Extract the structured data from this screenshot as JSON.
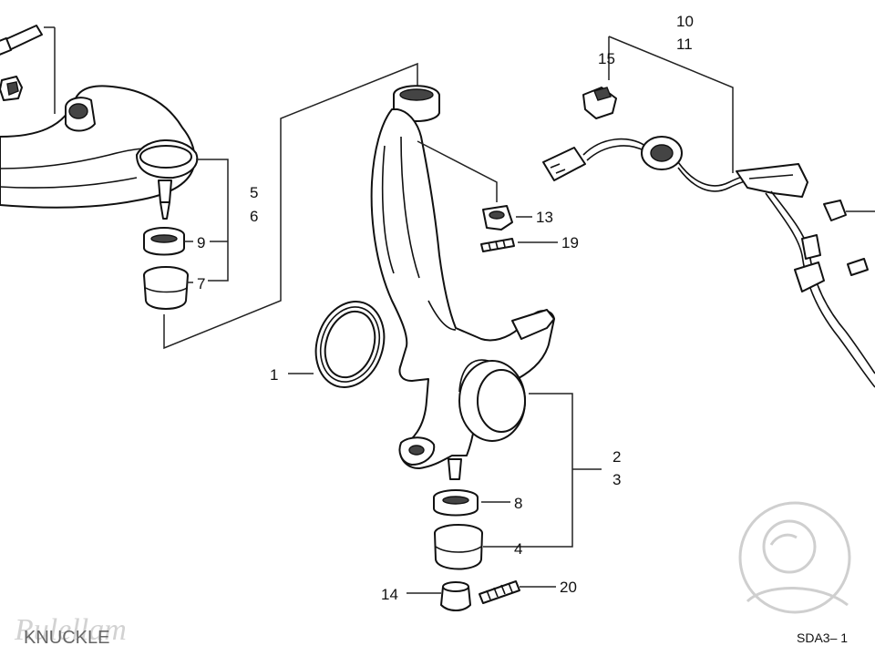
{
  "labels": {
    "p1": "1",
    "p2": "2",
    "p3": "3",
    "p4": "4",
    "p5": "5",
    "p6": "6",
    "p7": "7",
    "p8": "8",
    "p9": "9",
    "p10": "10",
    "p11": "11",
    "p13": "13",
    "p14": "14",
    "p15": "15",
    "p19": "19",
    "p20": "20"
  },
  "footer": {
    "code": "SDA3– 1",
    "watermark": "Rulellam",
    "caption": "KNUCKLE"
  }
}
